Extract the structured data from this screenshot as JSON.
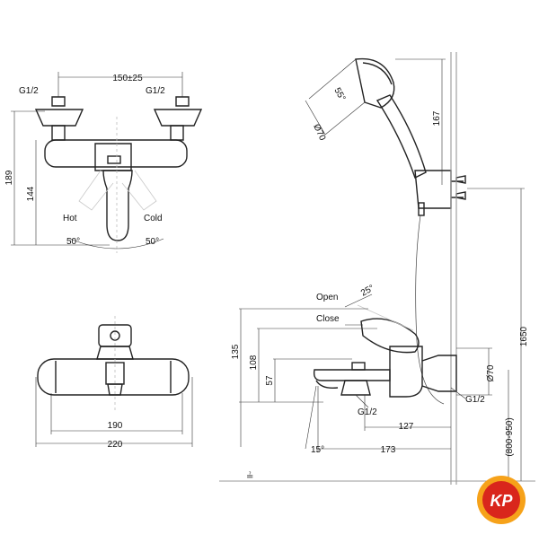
{
  "front_view": {
    "pipe_spacing": "150±25",
    "thread_left": "G1/2",
    "thread_right": "G1/2",
    "height_total": "189",
    "height_body": "144",
    "hot_label": "Hot",
    "cold_label": "Cold",
    "angle_left": "50°",
    "angle_right": "50°"
  },
  "top_view": {
    "inner_width": "190",
    "outer_width": "220"
  },
  "hand_shower": {
    "spray_angle": "55°",
    "diameter": "Ø70",
    "length": "167"
  },
  "side_view": {
    "open_label": "Open",
    "close_label": "Close",
    "lever_angle": "25°",
    "height_135": "135",
    "height_108": "108",
    "height_57": "57",
    "eccentric_diameter": "Ø70",
    "thread_outlet": "G1/2",
    "thread_inlet": "G1/2",
    "reach_127": "127",
    "reach_173": "173",
    "spout_angle": "15°",
    "mount_height": "1650",
    "mount_range": "(800-950)"
  },
  "brand": {
    "logo_text": "KP",
    "ring_color": "#f6a21a",
    "disc_color": "#d9261c"
  }
}
